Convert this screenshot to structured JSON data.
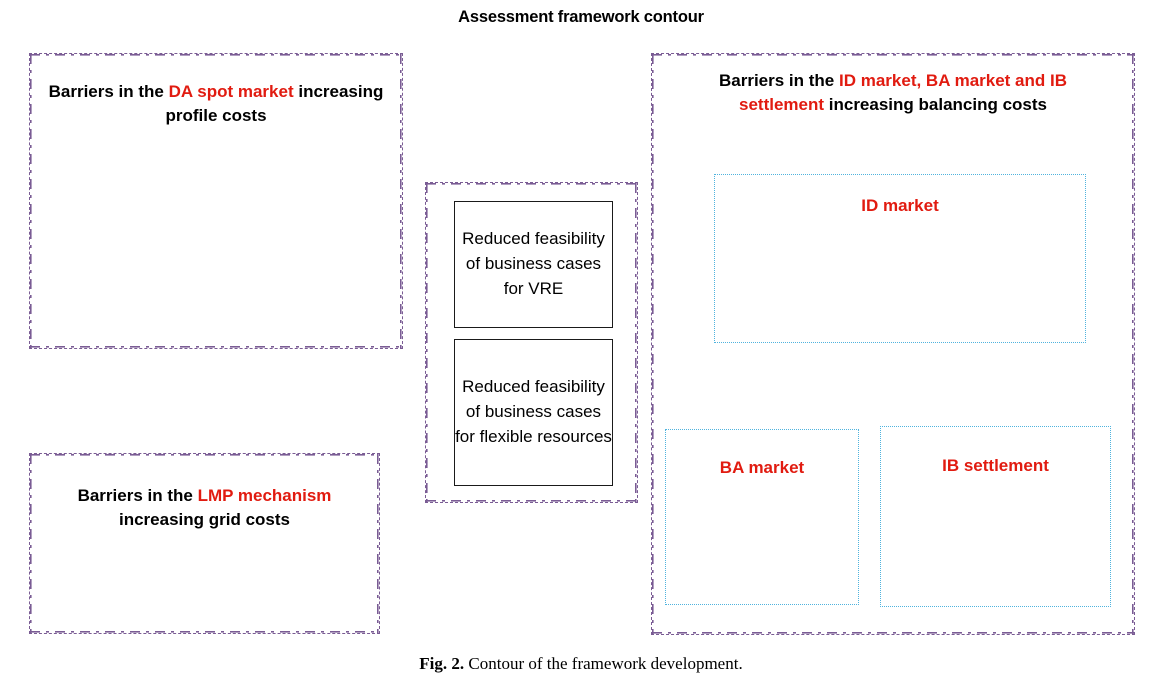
{
  "figure": {
    "title": "Assessment framework contour",
    "caption_label": "Fig. 2.",
    "caption_text": " Contour of the framework development."
  },
  "colors": {
    "accent_red": "#E11B10",
    "panel_border_purple": "#7A5C94",
    "subbox_border_blue": "#4FB3DE",
    "solid_box_border": "#1A1A1A",
    "background": "#FFFFFF"
  },
  "panels": {
    "da_spot": {
      "heading_lead": "Barriers in the ",
      "heading_accent": "DA spot market",
      "heading_tail": " increasing profile costs"
    },
    "lmp": {
      "heading_lead": "Barriers in the ",
      "heading_accent": "LMP mechanism",
      "heading_tail": " increasing grid costs"
    },
    "balancing": {
      "heading_lead": "Barriers in the ",
      "heading_accent": "ID market, BA market and IB settlement",
      "heading_tail": " increasing balancing costs",
      "subboxes": [
        {
          "label": "ID market"
        },
        {
          "label": "BA market"
        },
        {
          "label": "IB settlement"
        }
      ]
    },
    "outcomes": {
      "boxes": [
        {
          "text": "Reduced feasibility of business cases for VRE"
        },
        {
          "text": "Reduced feasibility of business cases for flexible resources"
        }
      ]
    }
  }
}
